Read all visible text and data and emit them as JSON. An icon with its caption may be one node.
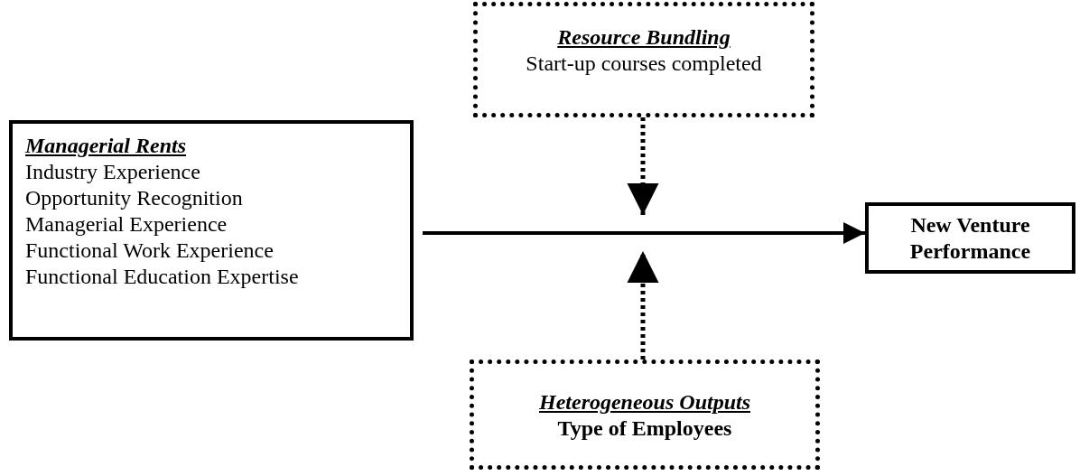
{
  "diagram": {
    "nodes": [
      {
        "text": [
          "Managerial Rents",
          "Industry Experience",
          "Opportunity Recognition",
          "Managerial Experience",
          "Functional Work Experience",
          "Functional Education Expertise"
        ]
      },
      {
        "text": [
          "New Venture Performance"
        ]
      },
      {
        "text": [
          "Resource Bundling",
          "Start-up courses completed"
        ]
      },
      {
        "text": [
          "Heterogeneous Outputs",
          "Type of Employees"
        ]
      }
    ],
    "edges": [
      {
        "from": 0,
        "to": 1,
        "arrow": "to"
      },
      {
        "from": 2,
        "to": null,
        "arrow": "to",
        "style": "dashed"
      },
      {
        "from": 3,
        "to": null,
        "arrow": "to",
        "style": "dashed"
      }
    ]
  }
}
